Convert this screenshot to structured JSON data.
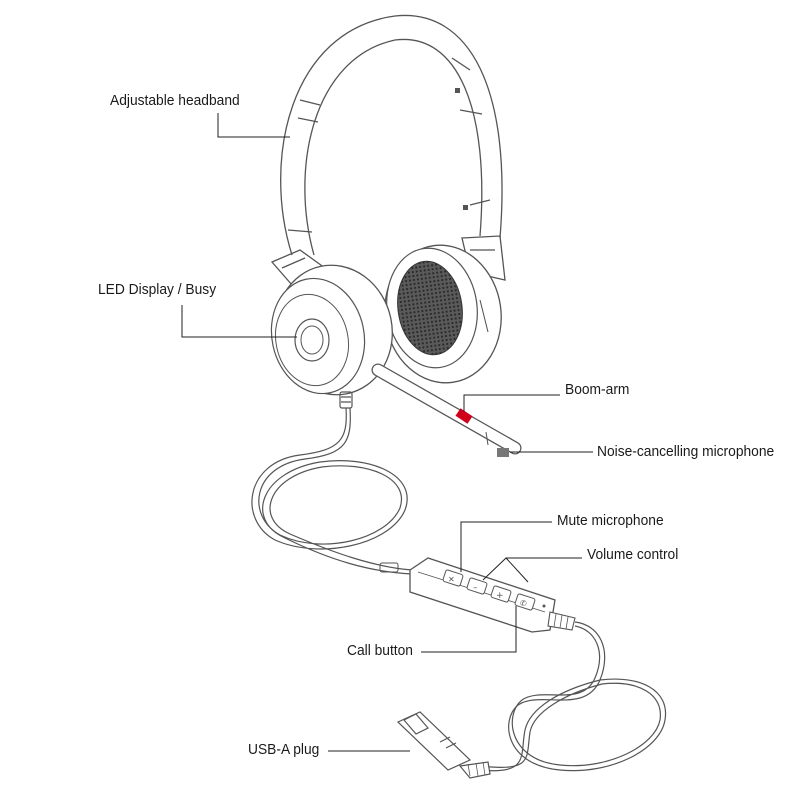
{
  "labels": {
    "headband": "Adjustable headband",
    "led": "LED Display / Busy",
    "boom": "Boom-arm",
    "mic": "Noise-cancelling microphone",
    "mute": "Mute microphone",
    "volume": "Volume control",
    "call": "Call button",
    "usb": "USB-A plug"
  },
  "colors": {
    "line_art": "#555555",
    "leader": "#222222",
    "boom_stripe": "#d0021b",
    "mesh": "#3a3a3a"
  }
}
